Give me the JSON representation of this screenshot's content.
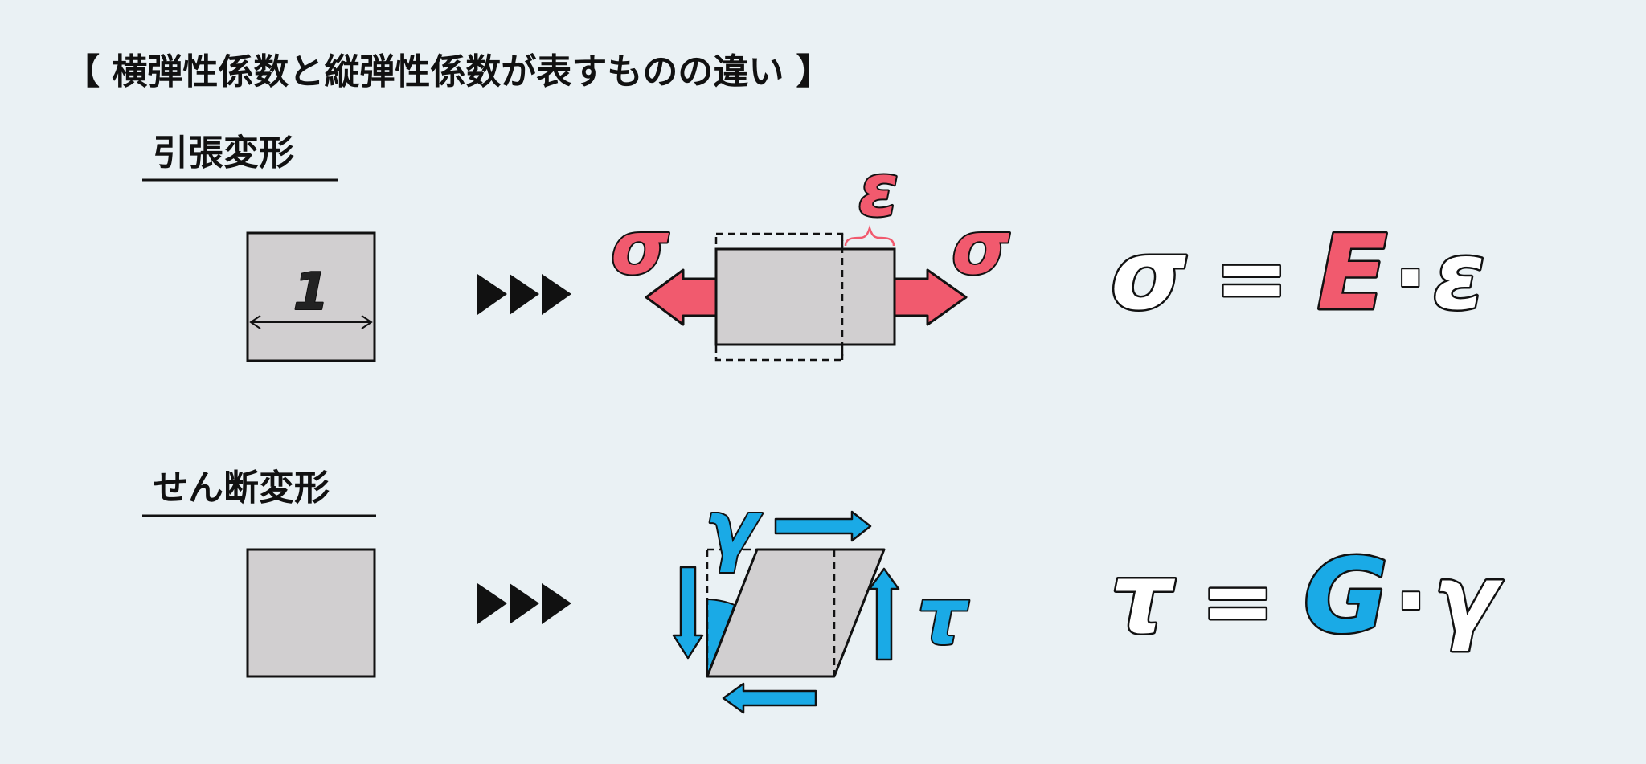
{
  "title": "【 横弾性係数と縦弾性係数が表すものの違い 】",
  "tensile": {
    "heading": "引張変形",
    "unit_length_label": "1",
    "stress_left": "σ",
    "stress_right": "σ",
    "strain_label": "ε",
    "formula": {
      "lhs": "σ",
      "eq": "=",
      "modulus": "E",
      "dot": "·",
      "strain": "ε"
    }
  },
  "shear": {
    "heading": "せん断変形",
    "angle_label": "γ",
    "stress_label": "τ",
    "formula": {
      "lhs": "τ",
      "eq": "=",
      "modulus": "G",
      "dot": "·",
      "strain": "γ"
    }
  },
  "colors": {
    "background": "#eaf1f4",
    "tensile_accent": "#f15a6e",
    "shear_accent": "#1aaae6",
    "block_fill": "#d1cfd0",
    "stroke": "#111111"
  }
}
